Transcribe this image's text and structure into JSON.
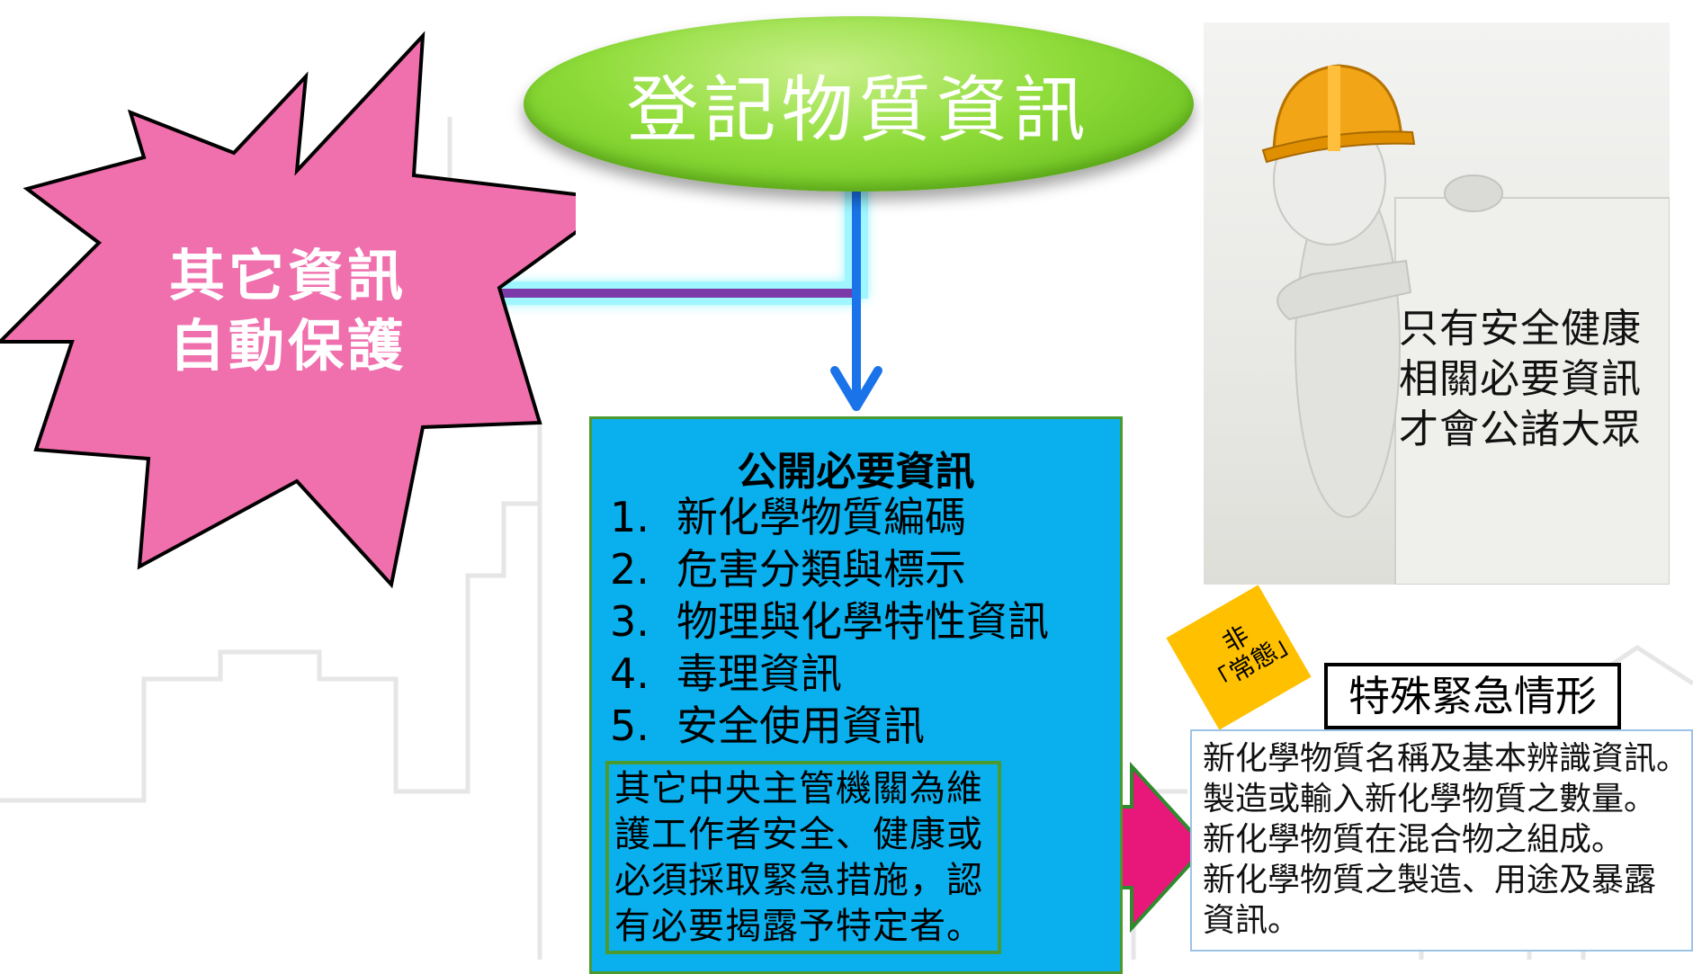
{
  "title": "登記物質資訊",
  "burst": {
    "line1": "其它資訊",
    "line2": "自動保護"
  },
  "public_info": {
    "title": "公開必要資訊",
    "items": [
      {
        "num": "1.",
        "label": "新化學物質編碼"
      },
      {
        "num": "2.",
        "label": "危害分類與標示"
      },
      {
        "num": "3.",
        "label": "物理與化學特性資訊"
      },
      {
        "num": "4.",
        "label": "毒理資訊"
      },
      {
        "num": "5.",
        "label": "安全使用資訊"
      }
    ],
    "note": "其它中央主管機關為維護工作者安全、健康或必須採取緊急措施，認有必要揭露予特定者。"
  },
  "worker": {
    "sign_lines": [
      "只有安全健康",
      "相關必要資訊",
      "才會公諸大眾"
    ]
  },
  "emergency": {
    "tag_line1": "非",
    "tag_line2": "「常態」",
    "title": "特殊緊急情形",
    "items": [
      "新化學物質名稱及基本辨識資訊。",
      "製造或輸入新化學物質之數量。",
      "新化學物質在混合物之組成。",
      "新化學物質之製造、用途及暴露",
      "資訊。"
    ]
  },
  "colors": {
    "oval": "#8fdc3a",
    "burst": "#f06fad",
    "public_box": "#0ab0ee",
    "box_border": "#4b9a30",
    "arrow_purple": "#7b3aa8",
    "arrow_blue": "#1a73e8",
    "block_arrow": "#e8177a",
    "tag": "#ffc000"
  }
}
